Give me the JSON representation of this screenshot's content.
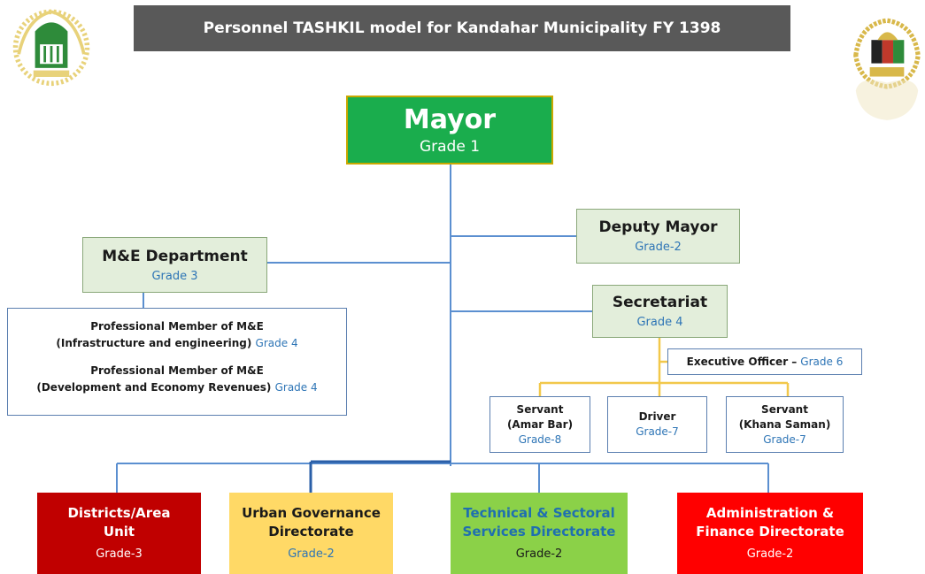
{
  "header": {
    "title": "Personnel TASHKIL model for Kandahar Municipality FY 1398"
  },
  "mayor": {
    "title": "Mayor",
    "grade": "Grade 1"
  },
  "deputy_mayor": {
    "title": "Deputy Mayor",
    "grade": "Grade-2"
  },
  "me_department": {
    "title": "M&E Department",
    "grade": "Grade 3"
  },
  "me_members": {
    "member1_line1": "Professional Member of M&E",
    "member1_line2": "(Infrastructure and engineering)",
    "member1_grade": "Grade 4",
    "member2_line1": "Professional Member of M&E",
    "member2_line2": "(Development and Economy Revenues)",
    "member2_grade": "Grade 4"
  },
  "secretariat": {
    "title": "Secretariat",
    "grade": "Grade 4"
  },
  "executive_officer": {
    "title": "Executive Officer –",
    "grade": "Grade 6"
  },
  "servant_amar_bar": {
    "line1": "Servant",
    "line2": "(Amar Bar)",
    "grade": "Grade-8"
  },
  "driver": {
    "title": "Driver",
    "grade": "Grade-7"
  },
  "servant_khana_saman": {
    "line1": "Servant",
    "line2": "(Khana Saman)",
    "grade": "Grade-7"
  },
  "directorates": {
    "districts": {
      "line1": "Districts/Area",
      "line2": "Unit",
      "grade": "Grade-3",
      "color": "#c00000"
    },
    "urban": {
      "line1": "Urban Governance",
      "line2": "Directorate",
      "grade": "Grade-2",
      "color": "#ffd966"
    },
    "technical": {
      "line1": "Technical & Sectoral",
      "line2": "Services Directorate",
      "grade": "Grade-2",
      "color": "#8bd148"
    },
    "admin": {
      "line1": "Administration &",
      "line2": "Finance Directorate",
      "grade": "Grade-2",
      "color": "#ff0000"
    }
  },
  "logos": {
    "left": "kandahar-municipality-emblem",
    "right": "afghanistan-emblem"
  }
}
